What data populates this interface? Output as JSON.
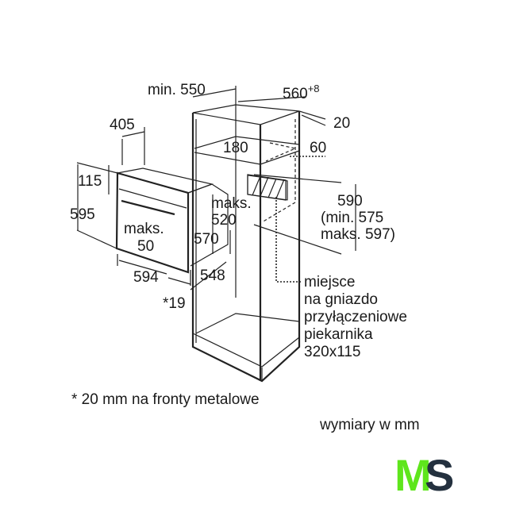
{
  "dimensions": {
    "min_550": "min. 550",
    "d560": "560",
    "d560_tol": "+8",
    "d20": "20",
    "d405": "405",
    "d180": "180",
    "d60": "60",
    "d115": "115",
    "d595": "595",
    "maks_520_a": "maks.",
    "maks_520_b": "520",
    "d590": "590",
    "d590_min": "(min. 575",
    "d590_max": "maks. 597)",
    "maks_50_a": "maks.",
    "maks_50_b": "50",
    "d570": "570",
    "d594": "594",
    "d548": "548",
    "d19": "*19"
  },
  "socket_note": [
    "miejsce",
    "na gniazdo",
    "przyłączeniowe",
    "piekarnika",
    "320x115"
  ],
  "footnote": "* 20 mm na fronty metalowe",
  "units_note": "wymiary w mm",
  "logo": {
    "m": "M",
    "s": "S",
    "m_color": "#5ee61c",
    "s_color": "#24313f"
  }
}
